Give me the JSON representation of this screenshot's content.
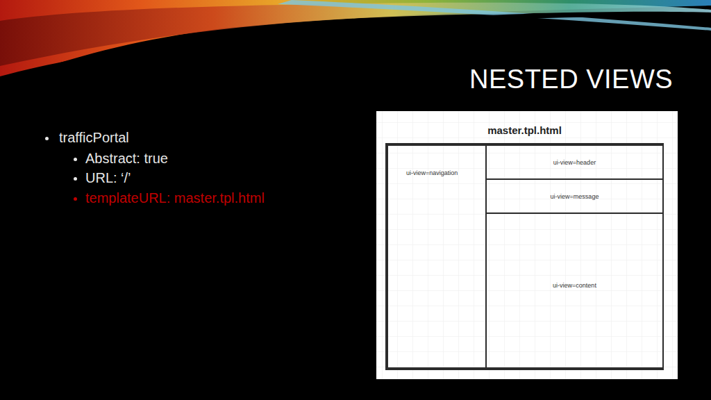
{
  "diagram": {
    "title": "NESTED VIEWS",
    "nodes": [
      {
        "text": [
          "master.tpl.html"
        ]
      },
      {
        "text": [
          "ui-view=navigation"
        ],
        "in": 0
      },
      {
        "text": [
          "ui-view=header"
        ],
        "in": 0
      },
      {
        "text": [
          "ui-view=message"
        ],
        "in": 0
      },
      {
        "text": [
          "ui-view=content"
        ],
        "in": 0
      }
    ],
    "labels": [
      "trafficPortal",
      "Abstract: true",
      "URL: ‘/’",
      "templateURL: master.tpl.html"
    ]
  }
}
